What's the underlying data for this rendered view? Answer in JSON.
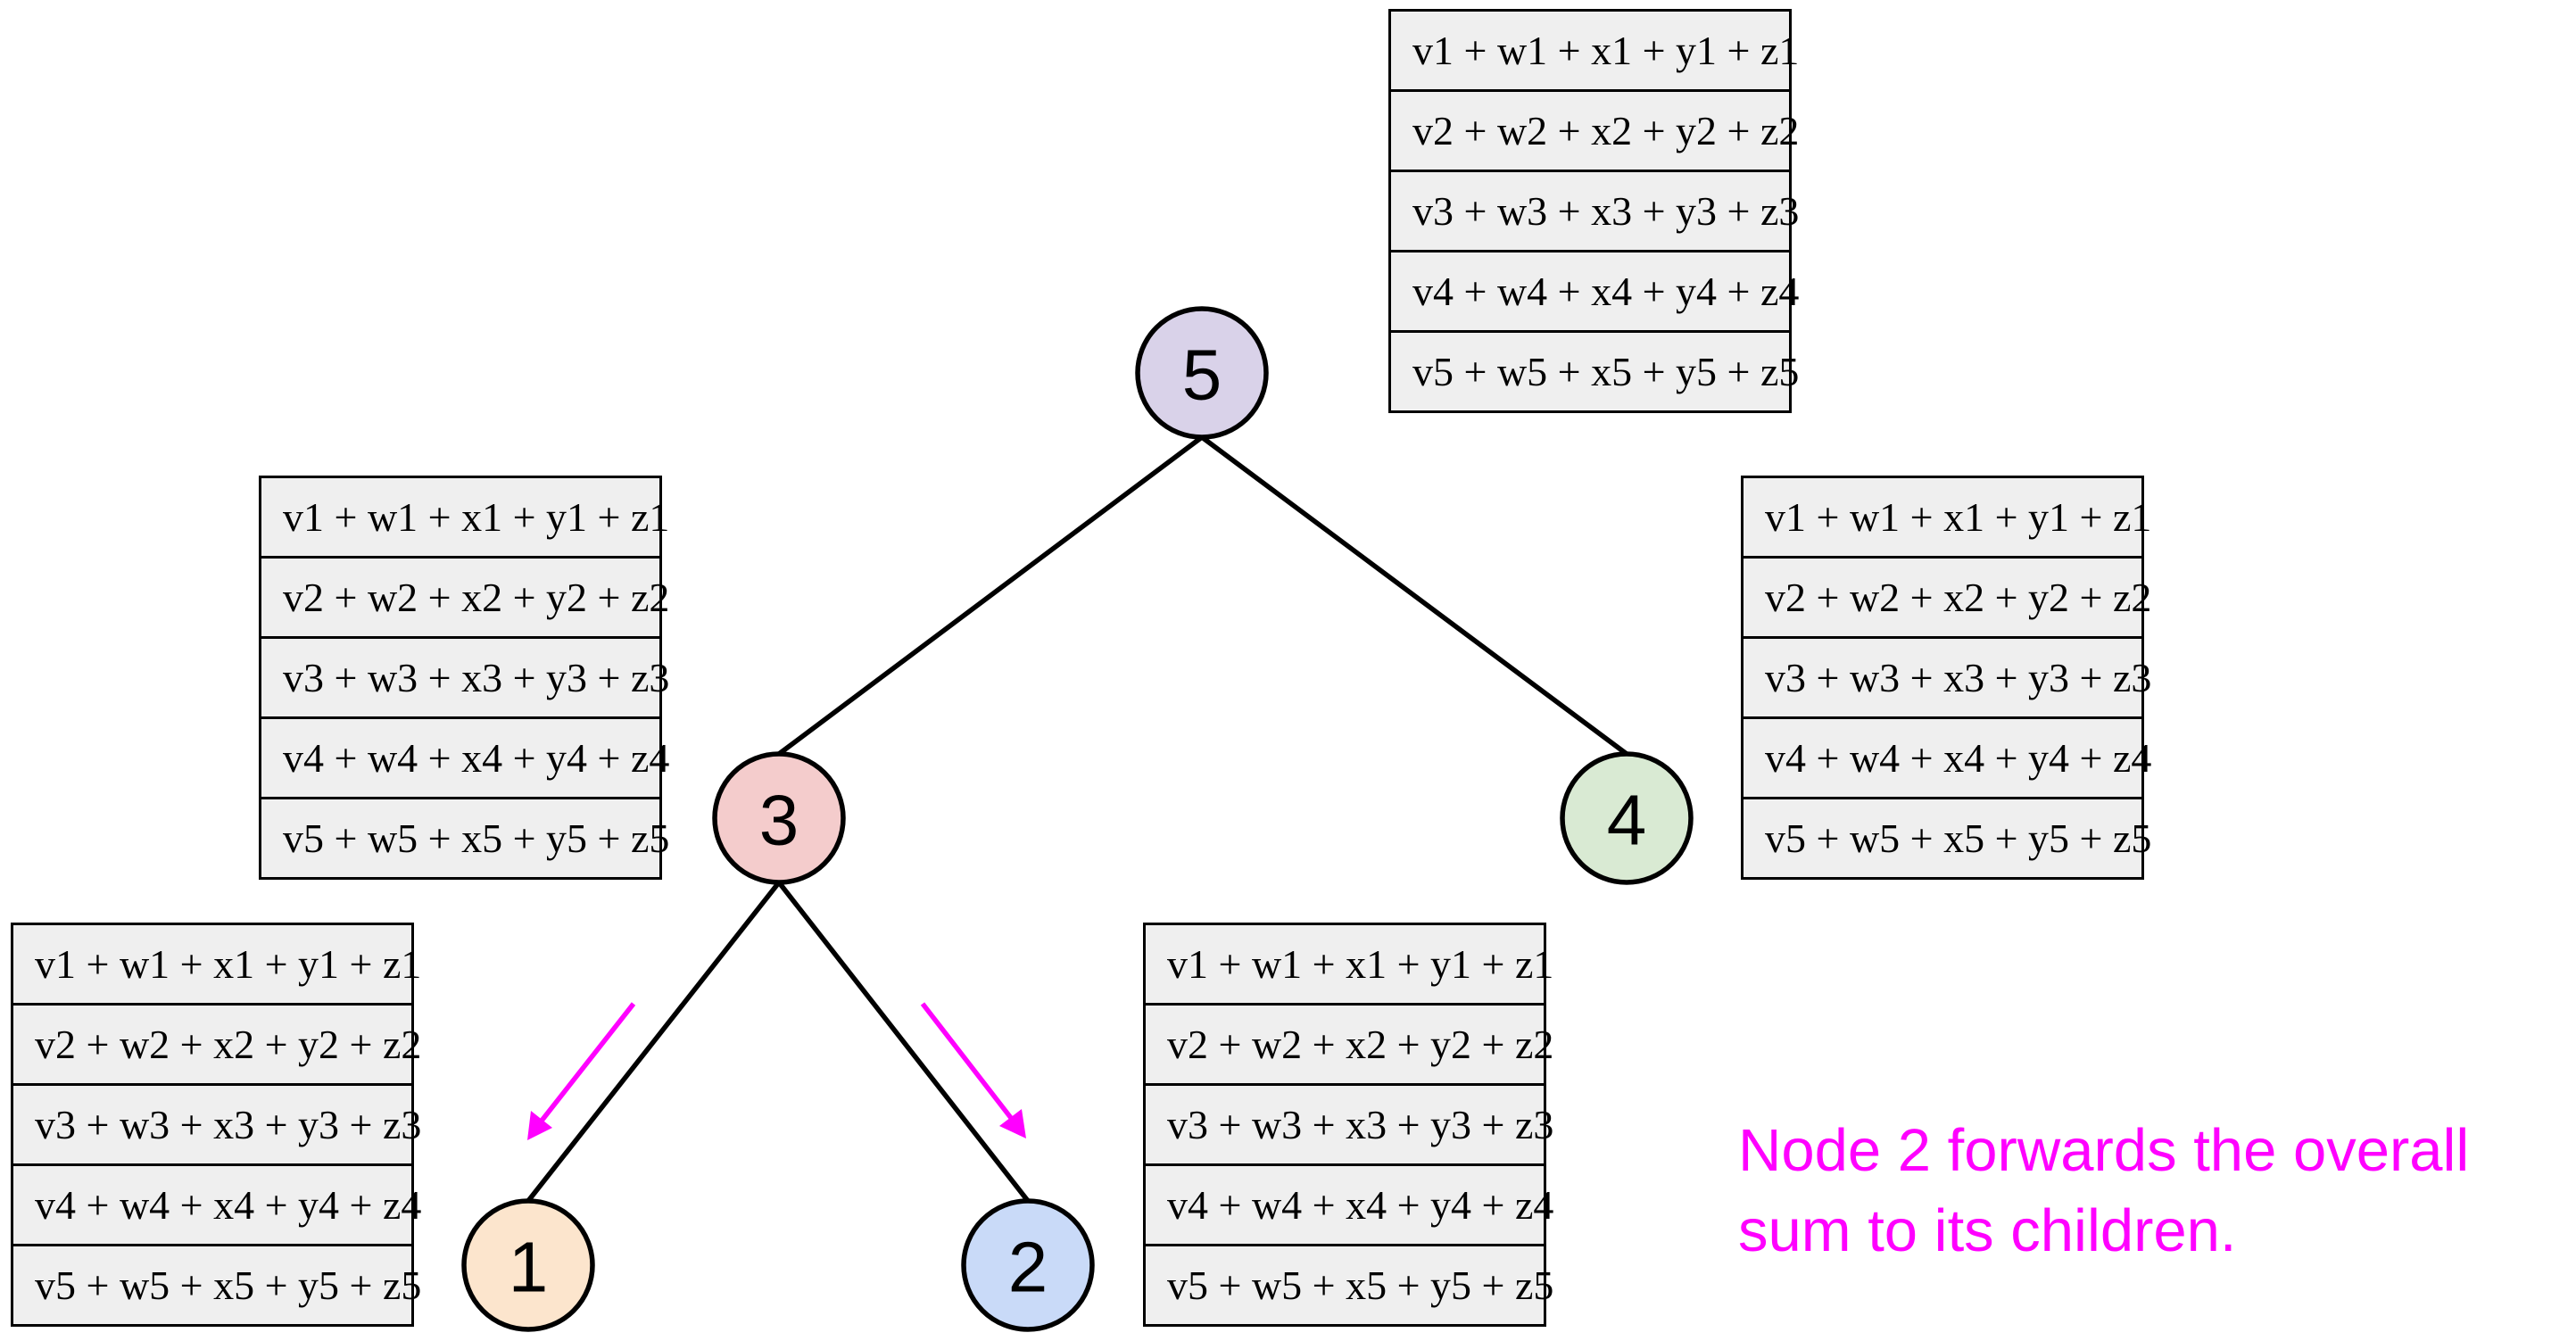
{
  "colors": {
    "edge": "#000000",
    "arrow": "#ff00ff",
    "table_cell_bg": "#efefef",
    "annotation_text": "#ff00ff"
  },
  "tree": {
    "nodes": [
      {
        "id": "5",
        "label": "5",
        "fill": "#d9d2e9"
      },
      {
        "id": "3",
        "label": "3",
        "fill": "#f4cccc"
      },
      {
        "id": "4",
        "label": "4",
        "fill": "#d9ead3"
      },
      {
        "id": "1",
        "label": "1",
        "fill": "#fce5cd"
      },
      {
        "id": "2",
        "label": "2",
        "fill": "#c9daf8"
      }
    ],
    "edges": [
      {
        "from": "5",
        "to": "3"
      },
      {
        "from": "5",
        "to": "4"
      },
      {
        "from": "3",
        "to": "1"
      },
      {
        "from": "3",
        "to": "2"
      }
    ]
  },
  "sum_rows": [
    "v1 + w1 + x1 + y1 + z1",
    "v2 + w2 + x2 + y2 + z2",
    "v3 + w3 + x3 + y3 + z3",
    "v4 + w4 + x4 + y4 + z4",
    "v5 + w5 + x5 + y5 + z5"
  ],
  "tables": [
    {
      "node": "5"
    },
    {
      "node": "3"
    },
    {
      "node": "4"
    },
    {
      "node": "1"
    },
    {
      "node": "2"
    }
  ],
  "annotation": {
    "line1": "Node 2 forwards the overall",
    "line2": "sum to its children."
  }
}
